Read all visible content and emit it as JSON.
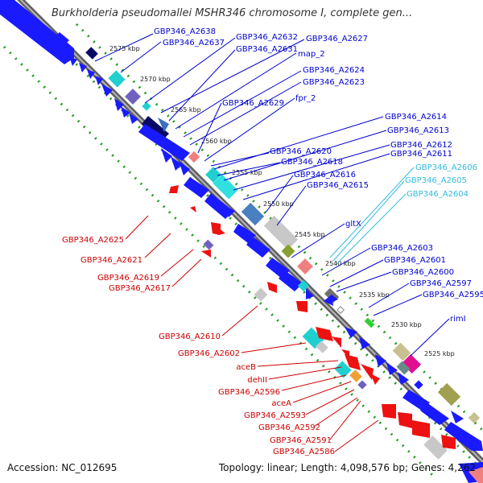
{
  "title": "Burkholderia pseudomallei MSHR346 chromosome I, complete gen...",
  "accession": "Accession: NC_012695",
  "topology": "Topology: linear; Length: 4,098,576 bp; Genes: 4,262",
  "colors": {
    "forward_label": "#0000cc",
    "reverse_label": "#cc0000",
    "rna_label": "#33bbdd",
    "axis": "#808080",
    "guide": "#229922"
  },
  "kbp_ticks": [
    "2575 kbp",
    "2570 kbp",
    "2565 kbp",
    "2560 kbp",
    "2555 kbp",
    "2550 kbp",
    "2545 kbp",
    "2540 kbp",
    "2535 kbp",
    "2530 kbp",
    "2525 kbp"
  ],
  "forward_labels": [
    "GBP346_A2638",
    "GBP346_A2637",
    "GBP346_A2632",
    "GBP346_A2627",
    "GBP346_A2631",
    "map_2",
    "GBP346_A2624",
    "GBP346_A2623",
    "GBP346_A2629",
    "fpr_2",
    "GBP346_A2614",
    "GBP346_A2613",
    "GBP346_A2612",
    "GBP346_A2611",
    "GBP346_A2620",
    "GBP346_A2618",
    "GBP346_A2616",
    "GBP346_A2615",
    "gltX",
    "GBP346_A2603",
    "GBP346_A2601",
    "GBP346_A2600",
    "GBP346_A2597",
    "GBP346_A2595",
    "rimI"
  ],
  "rna_labels": [
    "GBP346_A2606",
    "GBP346_A2605",
    "GBP346_A2604"
  ],
  "reverse_labels": [
    "GBP346_A2625",
    "GBP346_A2621",
    "GBP346_A2619",
    "GBP346_A2617",
    "GBP346_A2610",
    "GBP346_A2602",
    "aceB",
    "dehII",
    "GBP346_A2596",
    "aceA",
    "GBP346_A2593",
    "GBP346_A2592",
    "GBP346_A2591",
    "GBP346_A2586"
  ]
}
